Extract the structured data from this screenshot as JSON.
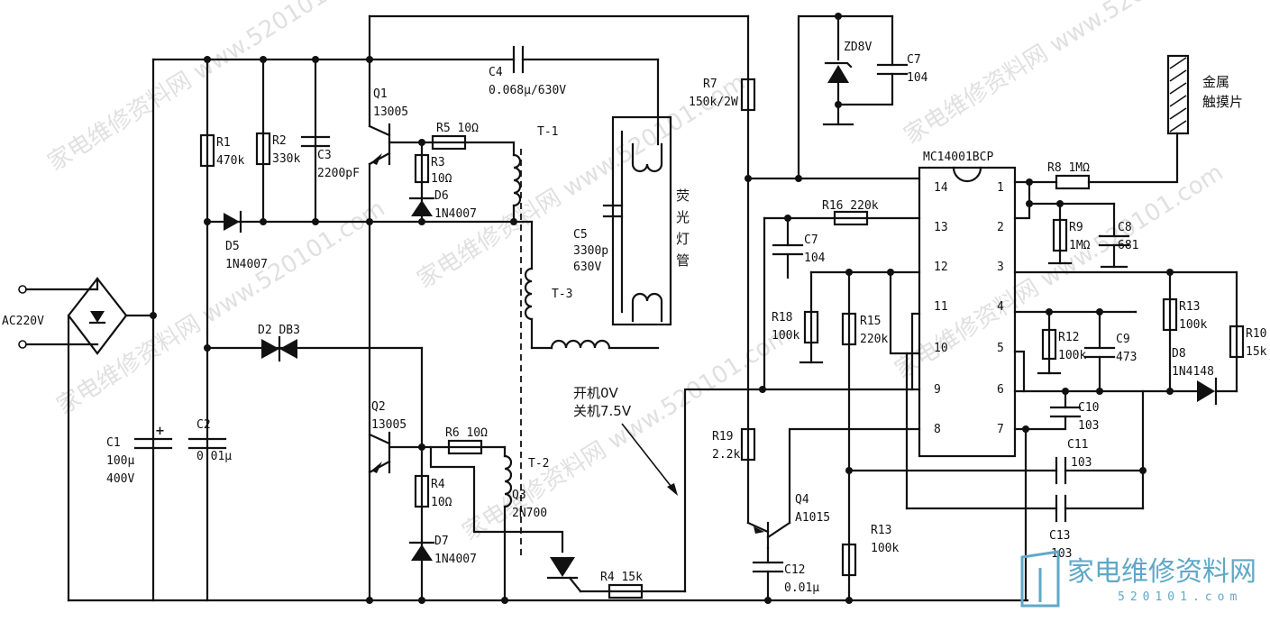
{
  "labels": {
    "ac": "AC220V",
    "c1": [
      "C1",
      "100μ",
      "400V"
    ],
    "c2": [
      "C2",
      "0.01μ"
    ],
    "r1": [
      "R1",
      "470k"
    ],
    "r2": [
      "R2",
      "330k"
    ],
    "c3": [
      "C3",
      "2200pF"
    ],
    "d5": [
      "D5",
      "1N4007"
    ],
    "d2": "D2 DB3",
    "q1": [
      "Q1",
      "13005"
    ],
    "q2": [
      "Q2",
      "13005"
    ],
    "r5": "R5 10Ω",
    "r3": [
      "R3",
      "10Ω"
    ],
    "d6": [
      "D6",
      "1N4007"
    ],
    "r6": "R6 10Ω",
    "r4a": [
      "R4",
      "10Ω"
    ],
    "d7": [
      "D7",
      "1N4007"
    ],
    "t1": "T-1",
    "t2": "T-2",
    "t3": "T-3",
    "q3": [
      "Q3",
      "2N700"
    ],
    "c4": [
      "C4",
      "0.068μ/630V"
    ],
    "c5": [
      "C5",
      "3300p",
      "630V"
    ],
    "lamp": [
      "荧",
      "光",
      "灯",
      "管"
    ],
    "r4b": "R4 15k",
    "note": [
      "开机0V",
      "关机7.5V"
    ],
    "r7": [
      "R7",
      "150k/2W"
    ],
    "zd": "ZD8V",
    "c7top": [
      "C7",
      "104"
    ],
    "r19": [
      "R19",
      "2.2k"
    ],
    "q4": [
      "Q4",
      "A1015"
    ],
    "c12": [
      "C12",
      "0.01μ"
    ],
    "r16": "R16 220k",
    "c7b": [
      "C7",
      "104"
    ],
    "r18": [
      "R18",
      "100k"
    ],
    "r15": [
      "R15",
      "220k"
    ],
    "r13b": [
      "R13",
      "100k"
    ],
    "ic": "MC14001BCP",
    "pins_left": [
      "14",
      "13",
      "12",
      "11",
      "10",
      "9",
      "8"
    ],
    "pins_right": [
      "1",
      "2",
      "3",
      "4",
      "5",
      "6",
      "7"
    ],
    "r8": "R8 1MΩ",
    "r9": [
      "R9",
      "1MΩ"
    ],
    "c8": [
      "C8",
      "681"
    ],
    "r12": [
      "R12",
      "100k"
    ],
    "c9": [
      "C9",
      "473"
    ],
    "c10": [
      "C10",
      "103"
    ],
    "c11": [
      "C11",
      "103"
    ],
    "c13": [
      "C13",
      "103"
    ],
    "r13": [
      "R13",
      "100k"
    ],
    "r10": [
      "R10",
      "15k"
    ],
    "d8": [
      "D8",
      "1N4148"
    ],
    "touch": [
      "金属",
      "触摸片"
    ]
  },
  "watermark": "家电维修资料网  www.520101.com",
  "logo": {
    "text": "家电维修资料网",
    "url": "520101.com"
  }
}
